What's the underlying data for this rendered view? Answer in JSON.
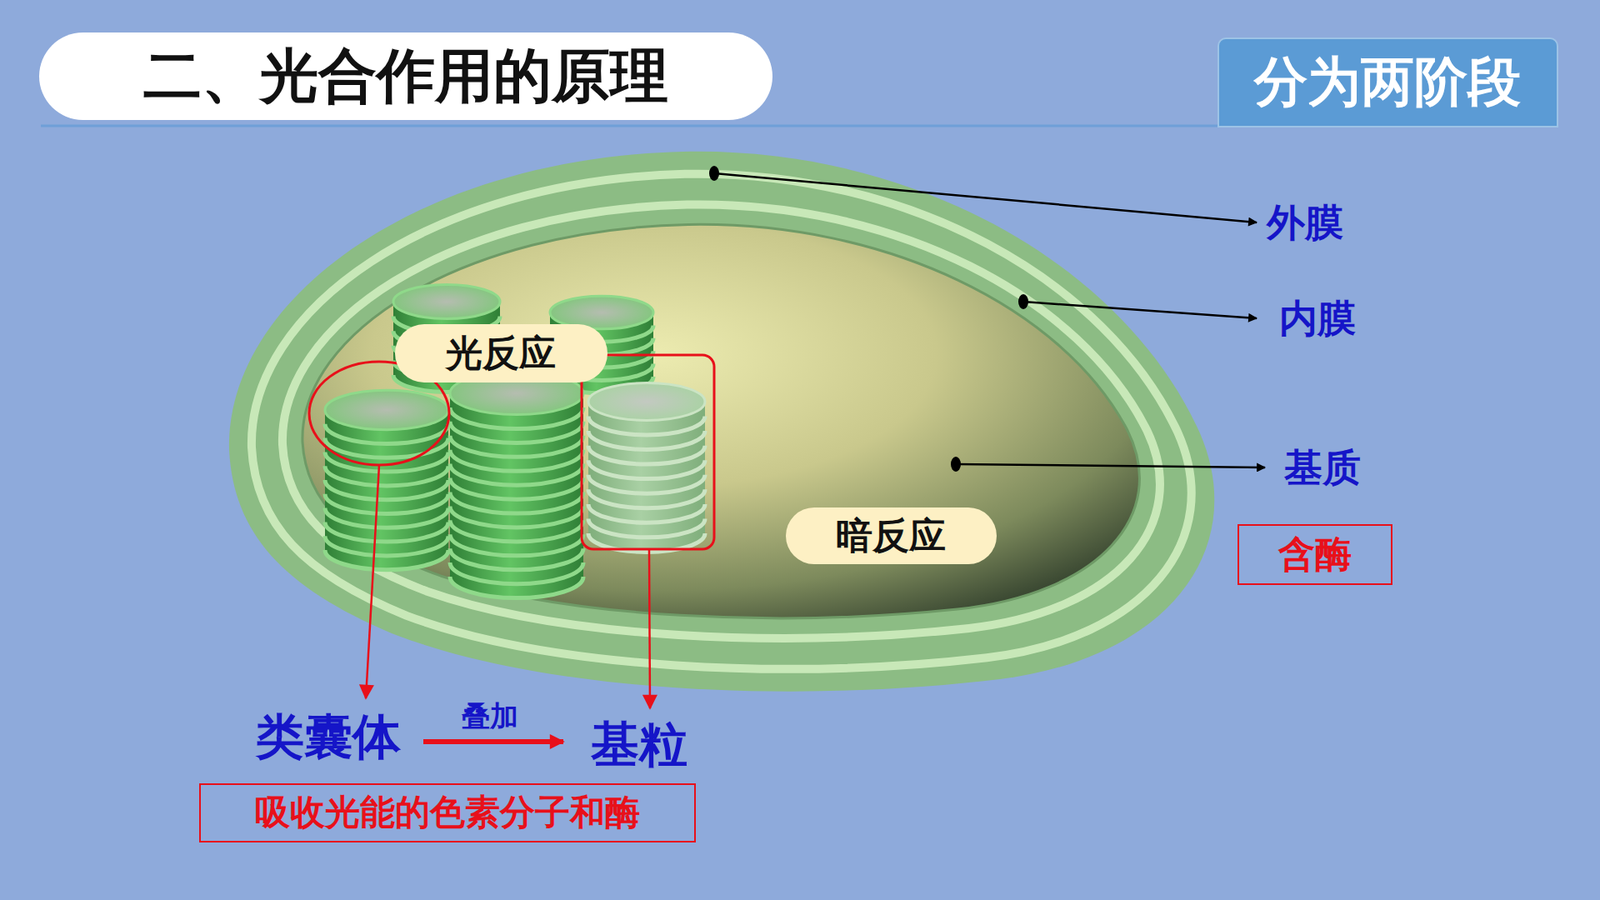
{
  "diagram": {
    "title": "二、光合作用的原理",
    "nodes": [
      {
        "text": [
          "分为两阶段"
        ]
      },
      {
        "text": [
          "光反应"
        ]
      },
      {
        "text": [
          "暗反应"
        ]
      },
      {
        "text": [
          "含酶"
        ]
      },
      {
        "text": [
          "吸收光能的色素分子和酶"
        ]
      }
    ],
    "labels": [
      "外膜",
      "内膜",
      "基质",
      "类囊体",
      "叠加",
      "基粒"
    ]
  }
}
